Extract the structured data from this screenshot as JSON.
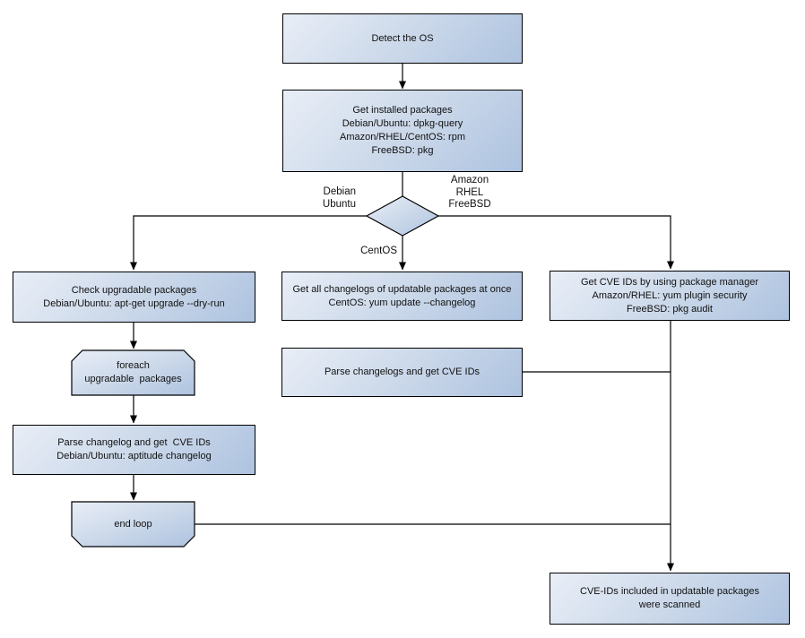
{
  "diagram": {
    "background": "#ffffff",
    "node_fill_light": "#e9eef7",
    "node_fill_dark": "#aec3e0",
    "node_border": "#000000",
    "connector_color": "#000000",
    "nodes": {
      "detect_os": {
        "label": "Detect the OS"
      },
      "get_installed_packages": {
        "label": "Get installed packages\nDebian/Ubuntu: dpkg-query\nAmazon/RHEL/CentOS: rpm\nFreeBSD: pkg"
      },
      "check_upgradable_packages": {
        "label": "Check upgradable packages\nDebian/Ubuntu: apt-get upgrade --dry-run"
      },
      "foreach_upgradable_packages": {
        "label": "foreach\nupgradable  packages"
      },
      "parse_changelog_left": {
        "label": "Parse changelog and get  CVE IDs\nDebian/Ubuntu: aptitude changelog"
      },
      "end_loop": {
        "label": "end loop"
      },
      "get_all_changelogs": {
        "label": "Get all changelogs of updatable packages at once\nCentOS: yum update --changelog"
      },
      "parse_changelogs_mid": {
        "label": "Parse changelogs and get CVE IDs"
      },
      "get_cve_ids_right": {
        "label": "Get CVE IDs by using package manager\nAmazon/RHEL: yum plugin security\nFreeBSD: pkg audit"
      },
      "result_scanned": {
        "label": "CVE-IDs included in updatable packages\nwere scanned"
      }
    },
    "edge_labels": {
      "debian_ubuntu": "Debian\nUbuntu",
      "amazon_rhel_freebsd": "Amazon\nRHEL\nFreeBSD",
      "centos": "CentOS"
    }
  }
}
